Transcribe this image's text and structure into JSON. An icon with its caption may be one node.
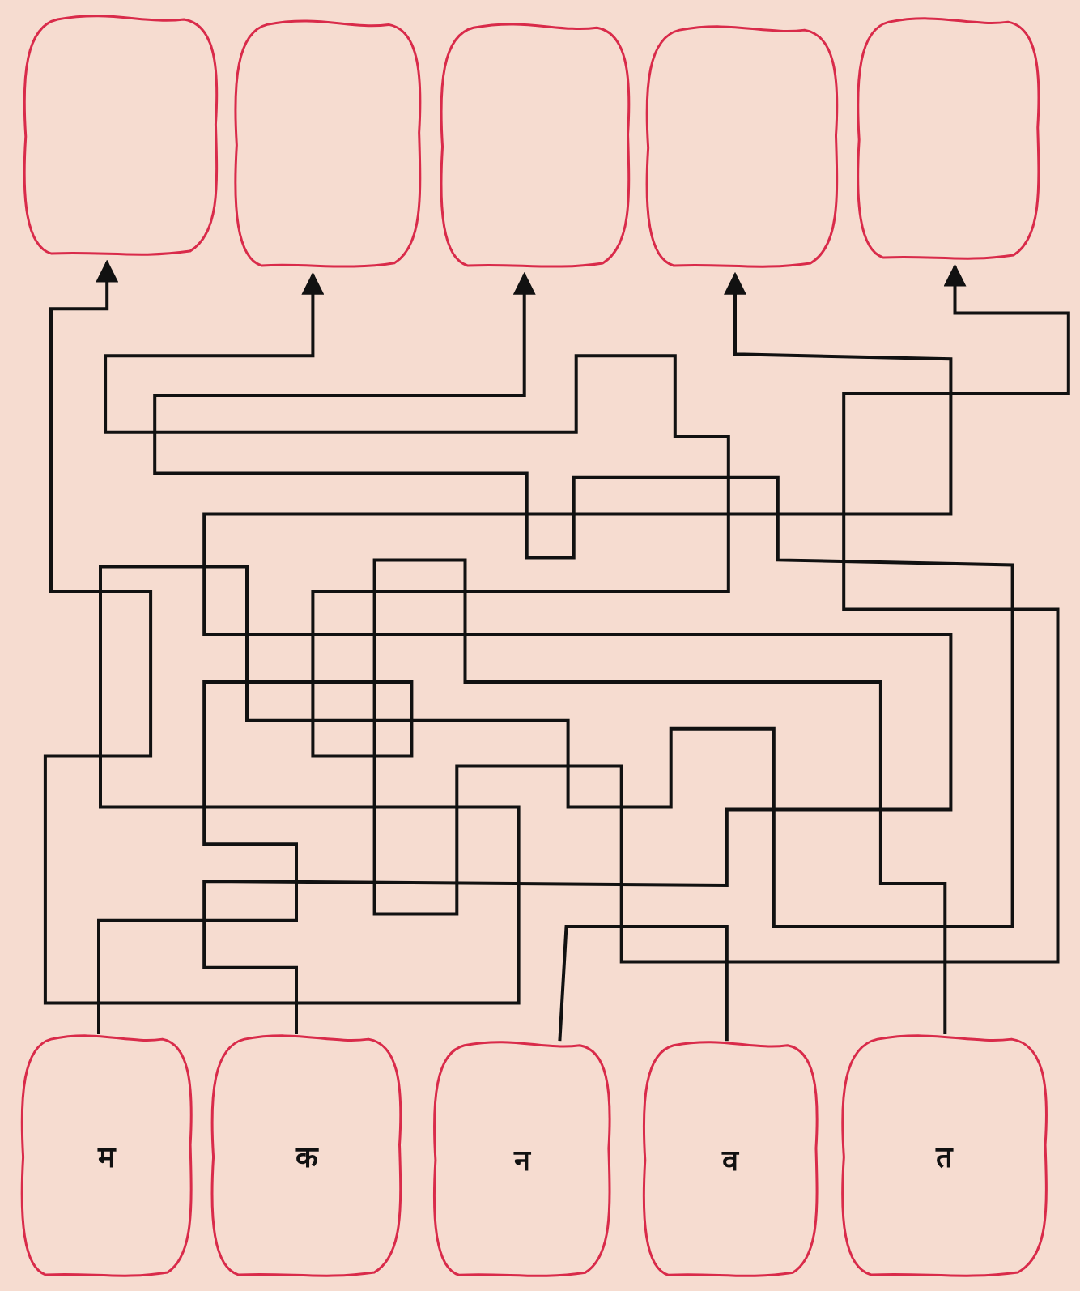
{
  "diagram": {
    "nodes": [
      {
        "text": [],
        "shape": "box"
      },
      {
        "text": [],
        "shape": "box"
      },
      {
        "text": [],
        "shape": "box"
      },
      {
        "text": [],
        "shape": "box"
      },
      {
        "text": [],
        "shape": "box"
      },
      {
        "text": [
          "म"
        ]
      },
      {
        "text": [
          "क"
        ]
      },
      {
        "text": [
          "न"
        ]
      },
      {
        "text": [
          "व"
        ]
      },
      {
        "text": [
          "त"
        ]
      }
    ],
    "edges": [
      {
        "from": 5,
        "to": 1,
        "arrow": "to"
      },
      {
        "from": 6,
        "to": 3,
        "arrow": "to"
      },
      {
        "from": 9,
        "to": 4,
        "arrow": "to"
      },
      {
        "from": 7,
        "to": 8,
        "arrow": "none"
      },
      {
        "from": 0,
        "to": 2,
        "arrow": "both"
      }
    ]
  }
}
